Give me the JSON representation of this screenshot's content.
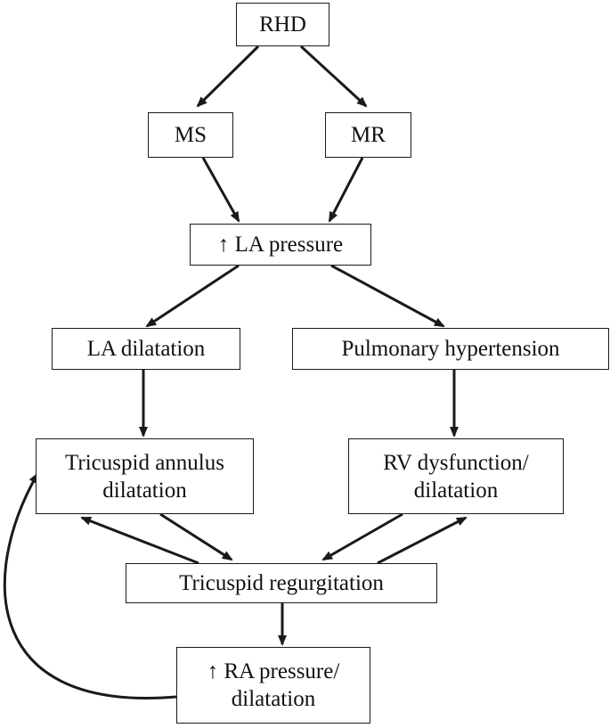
{
  "colors": {
    "line": "#1a1a1a",
    "text": "#111111",
    "background": "#ffffff"
  },
  "nodes": {
    "rhd": {
      "lines": [
        "RHD"
      ]
    },
    "ms": {
      "lines": [
        "MS"
      ]
    },
    "mr": {
      "lines": [
        "MR"
      ]
    },
    "la_pressure": {
      "lines": [
        "↑ LA pressure"
      ]
    },
    "la_dilatation": {
      "lines": [
        "LA dilatation"
      ]
    },
    "pulmonary_hypertension": {
      "lines": [
        "Pulmonary hypertension"
      ]
    },
    "tricuspid_annulus": {
      "lines": [
        "Tricuspid annulus",
        "dilatation"
      ]
    },
    "rv_dysfunction": {
      "lines": [
        "RV dysfunction/",
        "dilatation"
      ]
    },
    "tricuspid_regurgitation": {
      "lines": [
        "Tricuspid regurgitation"
      ]
    },
    "ra_pressure": {
      "lines": [
        "↑ RA pressure/",
        "dilatation"
      ]
    }
  }
}
